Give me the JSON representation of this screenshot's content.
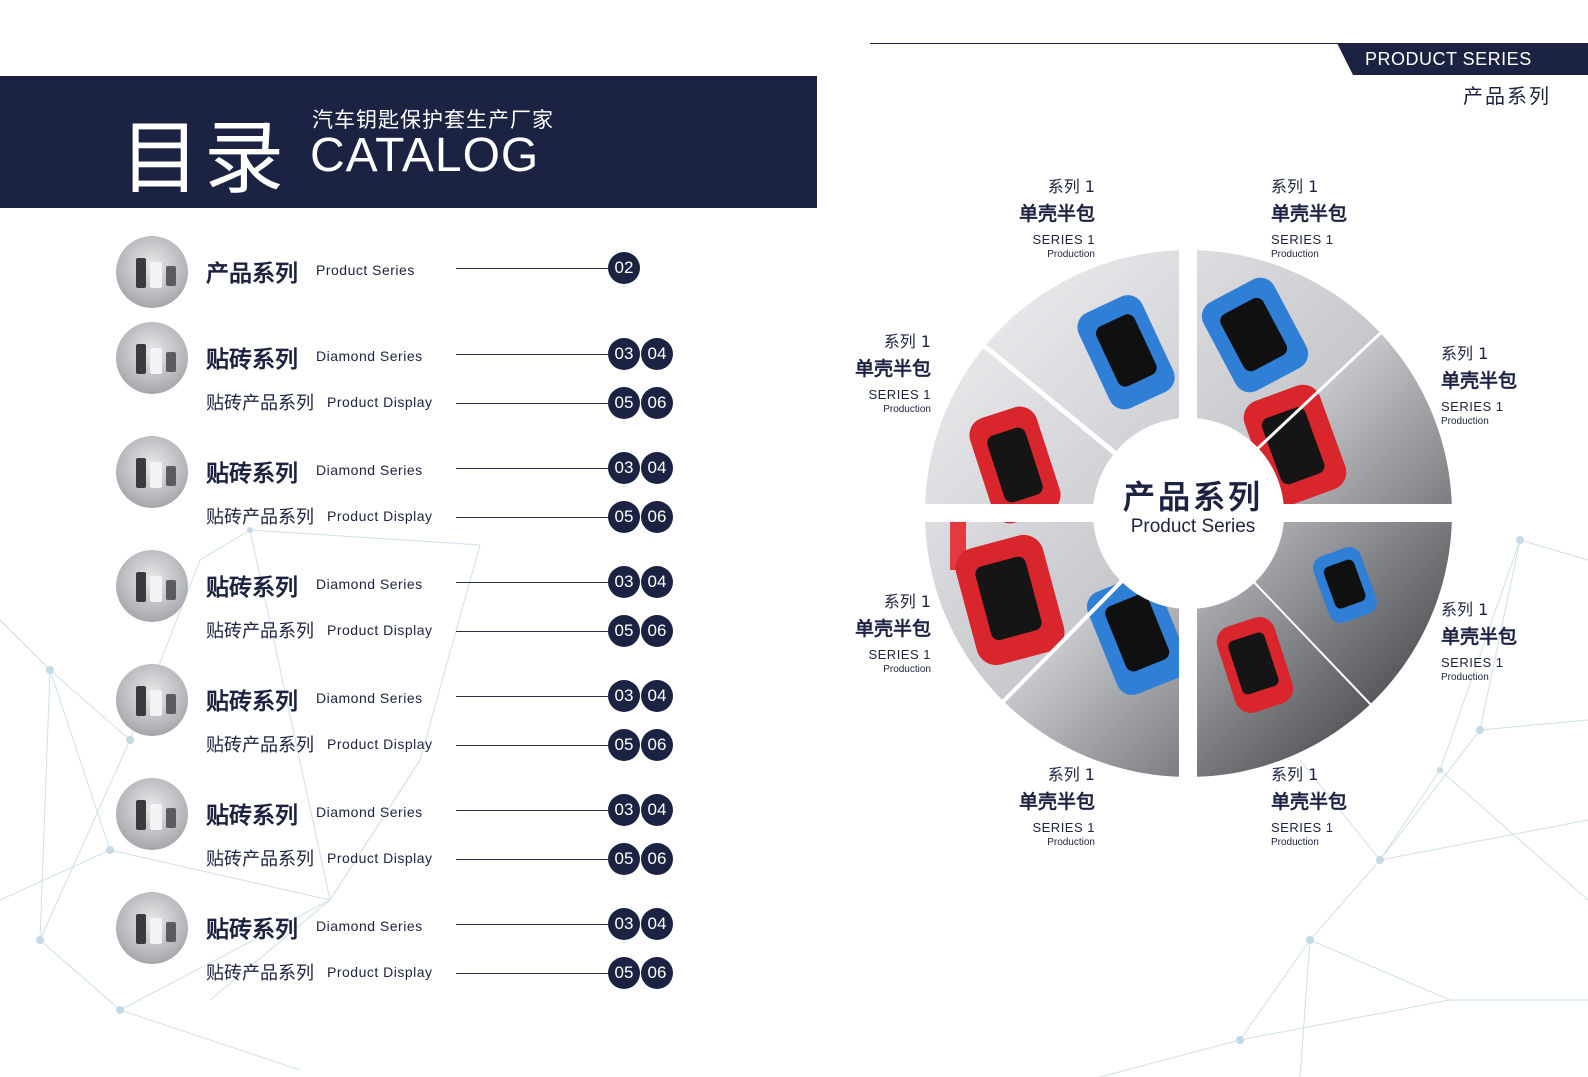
{
  "header": {
    "title_cn": "目录",
    "subtitle_cn": "汽车钥匙保护套生产厂家",
    "title_en": "CATALOG"
  },
  "toc": {
    "first": {
      "cn": "产品系列",
      "en": "Product Series",
      "page": "02"
    },
    "groups": [
      {
        "cn": "贴砖系列",
        "en": "Diamond Series",
        "p1": "03",
        "p2": "04",
        "sub_cn": "贴砖产品系列",
        "sub_en": "Product Display",
        "p3": "05",
        "p4": "06"
      },
      {
        "cn": "贴砖系列",
        "en": "Diamond Series",
        "p1": "03",
        "p2": "04",
        "sub_cn": "贴砖产品系列",
        "sub_en": "Product Display",
        "p3": "05",
        "p4": "06"
      },
      {
        "cn": "贴砖系列",
        "en": "Diamond Series",
        "p1": "03",
        "p2": "04",
        "sub_cn": "贴砖产品系列",
        "sub_en": "Product Display",
        "p3": "05",
        "p4": "06"
      },
      {
        "cn": "贴砖系列",
        "en": "Diamond Series",
        "p1": "03",
        "p2": "04",
        "sub_cn": "贴砖产品系列",
        "sub_en": "Product Display",
        "p3": "05",
        "p4": "06"
      },
      {
        "cn": "贴砖系列",
        "en": "Diamond Series",
        "p1": "03",
        "p2": "04",
        "sub_cn": "贴砖产品系列",
        "sub_en": "Product Display",
        "p3": "05",
        "p4": "06"
      },
      {
        "cn": "贴砖系列",
        "en": "Diamond Series",
        "p1": "03",
        "p2": "04",
        "sub_cn": "贴砖产品系列",
        "sub_en": "Product Display",
        "p3": "05",
        "p4": "06"
      }
    ]
  },
  "right_header": {
    "tab_en": "PRODUCT SERIES",
    "tab_cn": "产品系列"
  },
  "wheel": {
    "center_cn": "产品系列",
    "center_en": "Product Series",
    "labels": [
      {
        "a": "系列 1",
        "b": "单壳半包",
        "c": "SERIES 1",
        "d": "Production"
      },
      {
        "a": "系列 1",
        "b": "单壳半包",
        "c": "SERIES 1",
        "d": "Production"
      },
      {
        "a": "系列 1",
        "b": "单壳半包",
        "c": "SERIES 1",
        "d": "Production"
      },
      {
        "a": "系列 1",
        "b": "单壳半包",
        "c": "SERIES 1",
        "d": "Production"
      },
      {
        "a": "系列 1",
        "b": "单壳半包",
        "c": "SERIES 1",
        "d": "Production"
      },
      {
        "a": "系列 1",
        "b": "单壳半包",
        "c": "SERIES 1",
        "d": "Production"
      },
      {
        "a": "系列 1",
        "b": "单壳半包",
        "c": "SERIES 1",
        "d": "Production"
      },
      {
        "a": "系列 1",
        "b": "单壳半包",
        "c": "SERIES 1",
        "d": "Production"
      }
    ]
  },
  "colors": {
    "navy": "#1c2242",
    "key_red": "#d8262c",
    "key_blue": "#2f7fd6",
    "network": "#c9dbe6"
  }
}
